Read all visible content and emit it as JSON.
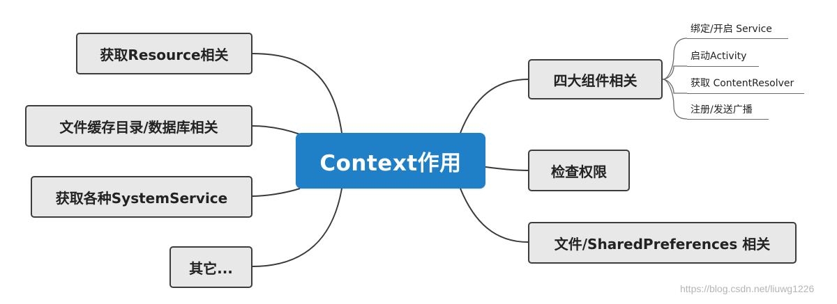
{
  "center": {
    "label": "Context作用"
  },
  "left_branches": [
    {
      "label": "获取Resource相关"
    },
    {
      "label": "文件缓存目录/数据库相关"
    },
    {
      "label": "获取各种SystemService"
    },
    {
      "label": "其它..."
    }
  ],
  "right_branches": [
    {
      "label": "四大组件相关",
      "children": [
        {
          "label": "绑定/开启 Service"
        },
        {
          "label": "启动Activity"
        },
        {
          "label": "获取 ContentResolver"
        },
        {
          "label": "注册/发送广播"
        }
      ]
    },
    {
      "label": "检查权限"
    },
    {
      "label": "文件/SharedPreferences 相关"
    }
  ],
  "watermark": "https://blog.csdn.net/liuwg1226",
  "colors": {
    "center": "#1f80c7",
    "node_fill": "#e8e8e8",
    "node_border": "#3c3c3c"
  }
}
